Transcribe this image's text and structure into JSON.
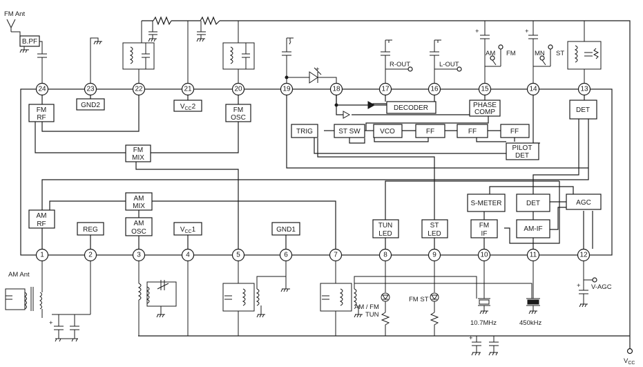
{
  "pins": [
    "1",
    "2",
    "3",
    "4",
    "5",
    "6",
    "7",
    "8",
    "9",
    "10",
    "11",
    "12",
    "13",
    "14",
    "15",
    "16",
    "17",
    "18",
    "19",
    "20",
    "21",
    "22",
    "23",
    "24"
  ],
  "blocks": {
    "bpf": "B.PF",
    "gnd2": "GND2",
    "vcc2": [
      "V",
      "CC",
      "2"
    ],
    "fm_rf": [
      "FM",
      "RF"
    ],
    "fm_osc": [
      "FM",
      "OSC"
    ],
    "fm_mix": [
      "FM",
      "MIX"
    ],
    "decoder": "DECODER",
    "phase_comp": [
      "PHASE",
      "COMP"
    ],
    "trig": "TRIG",
    "st_sw": "ST SW",
    "vco": "VCO",
    "ff": "FF",
    "pilot_det": [
      "PILOT",
      "DET"
    ],
    "det_top": "DET",
    "am_mix": [
      "AM",
      "MIX"
    ],
    "am_rf": [
      "AM",
      "RF"
    ],
    "reg": "REG",
    "am_osc": [
      "AM",
      "OSC"
    ],
    "vcc1": [
      "V",
      "CC",
      "1"
    ],
    "gnd1": "GND1",
    "tun_led": [
      "TUN",
      "LED"
    ],
    "st_led": [
      "ST",
      "LED"
    ],
    "s_meter": "S-METER",
    "fm_if": [
      "FM",
      "IF"
    ],
    "det_mid": "DET",
    "am_if": "AM-IF",
    "agc": "AGC"
  },
  "labels": {
    "fm_ant": "FM Ant",
    "am_ant": "AM Ant",
    "r_out": "R-OUT",
    "l_out": "L-OUT",
    "am": "AM",
    "fm": "FM",
    "mn": "MN",
    "st": "ST",
    "v_agc": "V-AGC",
    "am_fm_tun": [
      "AM / FM",
      "TUN"
    ],
    "fm_st": "FM ST",
    "xtal_fm": "10.7MHz",
    "xtal_am": "450kHz",
    "vcc": [
      "V",
      "CC"
    ],
    "plus": "+"
  }
}
